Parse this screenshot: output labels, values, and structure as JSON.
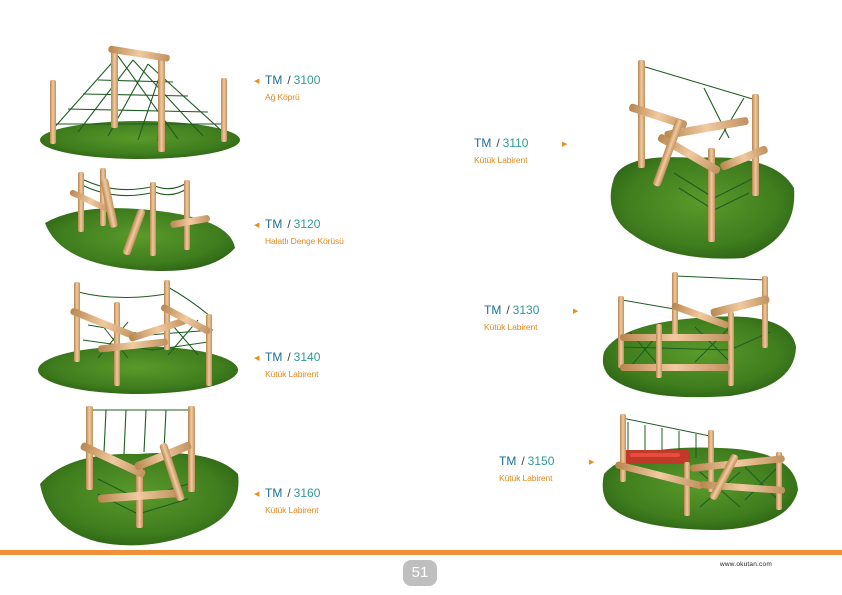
{
  "colors": {
    "tm": "#1a6e9a",
    "code": "#2e9a93",
    "name": "#e2871c",
    "accent": "#f0913a",
    "badge": "#bfbfbf"
  },
  "products": [
    {
      "tm": "TM",
      "code": "3100",
      "name": "Ağ Köprü"
    },
    {
      "tm": "TM",
      "code": "3120",
      "name": "Halatlı Denge Körüsü"
    },
    {
      "tm": "TM",
      "code": "3140",
      "name": "Kütük Labirent"
    },
    {
      "tm": "TM",
      "code": "3160",
      "name": "Kütük Labirent"
    },
    {
      "tm": "TM",
      "code": "3110",
      "name": "Kütük Labirent"
    },
    {
      "tm": "TM",
      "code": "3130",
      "name": "Kütük Labirent"
    },
    {
      "tm": "TM",
      "code": "3150",
      "name": "Kütük Labirent"
    }
  ],
  "footer": {
    "page_number": "51",
    "website": "www.okutan.com"
  }
}
